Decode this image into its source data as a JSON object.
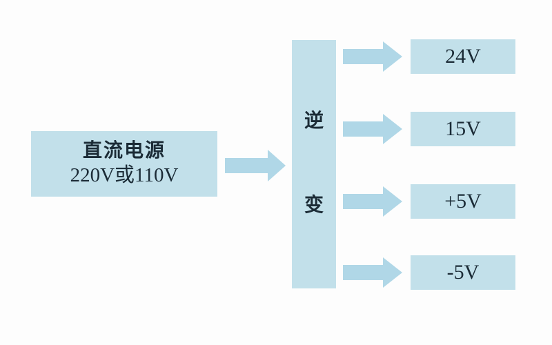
{
  "diagram": {
    "title": "dc-power-inverter-flow",
    "source": {
      "line1": "直流电源",
      "line2": "220V或110V"
    },
    "inverter": {
      "char1": "逆",
      "char2": "变"
    },
    "outputs": [
      {
        "label": "24V"
      },
      {
        "label": "15V"
      },
      {
        "label": "+5V"
      },
      {
        "label": "-5V"
      }
    ],
    "colors": {
      "box_fill": "#c2e0ea",
      "arrow_fill": "#b0d7e7",
      "text": "#1b2b36",
      "background": "#fdfdfd"
    }
  }
}
